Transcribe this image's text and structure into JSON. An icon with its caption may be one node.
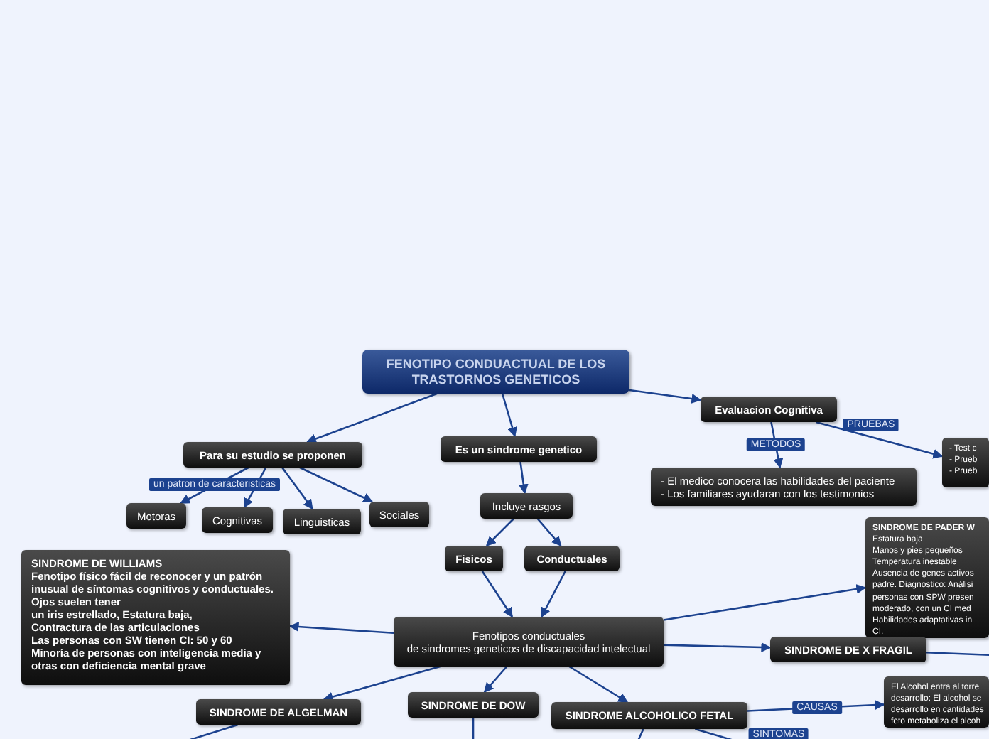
{
  "diagram": {
    "nodes": [
      {
        "text": [
          "FENOTIPO CONDUACTUAL DE LOS TRASTORNOS GENETICOS"
        ]
      },
      {
        "text": [
          "Para su estudio se proponen"
        ]
      },
      {
        "text": [
          "Motoras"
        ]
      },
      {
        "text": [
          "Cognitivas"
        ]
      },
      {
        "text": [
          "Linguisticas"
        ]
      },
      {
        "text": [
          "Sociales"
        ]
      },
      {
        "text": [
          "Es un sindrome genetico"
        ]
      },
      {
        "text": [
          "Incluye rasgos"
        ]
      },
      {
        "text": [
          "Fisicos"
        ]
      },
      {
        "text": [
          "Conductuales"
        ]
      },
      {
        "text": [
          "Fenotipos conductuales",
          "de sindromes geneticos de discapacidad intelectual"
        ]
      },
      {
        "text": [
          "SINDROME DE WILLIAMS",
          "Fenotipo físico fácil de reconocer y un patrón inusual de síntomas cognitivos y conductuales.",
          "Ojos suelen tener",
          "un iris estrellado, Estatura baja,",
          "Contractura de las articulaciones",
          "Las personas con SW tienen CI: 50 y 60",
          "Minoría de personas con inteligencia media y otras con deficiencia mental grave"
        ]
      },
      {
        "text": [
          "SINDROME DE ALGELMAN"
        ]
      },
      {
        "text": [
          "SINDROME DE DOW"
        ]
      },
      {
        "text": [
          "SINDROME ALCOHOLICO FETAL"
        ]
      },
      {
        "text": [
          "Evaluacion Cognitiva"
        ]
      },
      {
        "text": [
          "- El medico conocera las habilidades del paciente",
          "- Los familiares ayudaran con los testimonios"
        ]
      },
      {
        "text": [
          "- Test c",
          "- Prueb",
          "- Prueb"
        ]
      },
      {
        "text": [
          "SINDROME DE PADER W",
          "Estatura baja",
          "Manos y pies pequeños",
          "Temperatura inestable",
          "Ausencia de genes activos",
          "padre. Diagnostico: Análisi",
          "personas con SPW presen",
          "moderado,  con un CI med",
          "Habilidades adaptativas in",
          "CI."
        ]
      },
      {
        "text": [
          "SINDROME DE X FRAGIL"
        ]
      },
      {
        "text": [
          "El Alcohol entra al torre",
          "desarrollo: El alcohol se",
          "desarrollo en cantidades",
          "feto metaboliza el alcoh"
        ]
      }
    ],
    "edges": [
      {
        "from": 0,
        "to": 1,
        "arrow": "to"
      },
      {
        "from": 0,
        "to": 6,
        "arrow": "to"
      },
      {
        "from": 0,
        "to": 15,
        "arrow": "to"
      },
      {
        "from": 1,
        "to": 2,
        "arrow": "to",
        "label": "un patron de caracteristicas"
      },
      {
        "from": 1,
        "to": 3,
        "arrow": "to"
      },
      {
        "from": 1,
        "to": 4,
        "arrow": "to"
      },
      {
        "from": 1,
        "to": 5,
        "arrow": "to"
      },
      {
        "from": 6,
        "to": 7,
        "arrow": "to"
      },
      {
        "from": 7,
        "to": 8,
        "arrow": "to"
      },
      {
        "from": 7,
        "to": 9,
        "arrow": "to"
      },
      {
        "from": 8,
        "to": 10,
        "arrow": "to"
      },
      {
        "from": 9,
        "to": 10,
        "arrow": "to"
      },
      {
        "from": 10,
        "to": 11,
        "arrow": "to"
      },
      {
        "from": 10,
        "to": 12,
        "arrow": "to"
      },
      {
        "from": 10,
        "to": 13,
        "arrow": "to"
      },
      {
        "from": 10,
        "to": 14,
        "arrow": "to"
      },
      {
        "from": 10,
        "to": 18,
        "arrow": "to"
      },
      {
        "from": 10,
        "to": 19,
        "arrow": "to"
      },
      {
        "from": 15,
        "to": 16,
        "arrow": "to",
        "label": "METODOS"
      },
      {
        "from": 15,
        "to": 17,
        "arrow": "to",
        "label": "PRUEBAS"
      },
      {
        "from": 14,
        "to": 20,
        "arrow": "to",
        "label": "CAUSAS"
      },
      {
        "from": 12,
        "to": null,
        "arrow": "none"
      },
      {
        "from": 13,
        "to": null,
        "arrow": "none"
      },
      {
        "from": 14,
        "to": null,
        "arrow": "none",
        "label": "SINTOMAS"
      },
      {
        "from": 14,
        "to": null,
        "arrow": "none"
      },
      {
        "from": 19,
        "to": null,
        "arrow": "none"
      }
    ]
  }
}
